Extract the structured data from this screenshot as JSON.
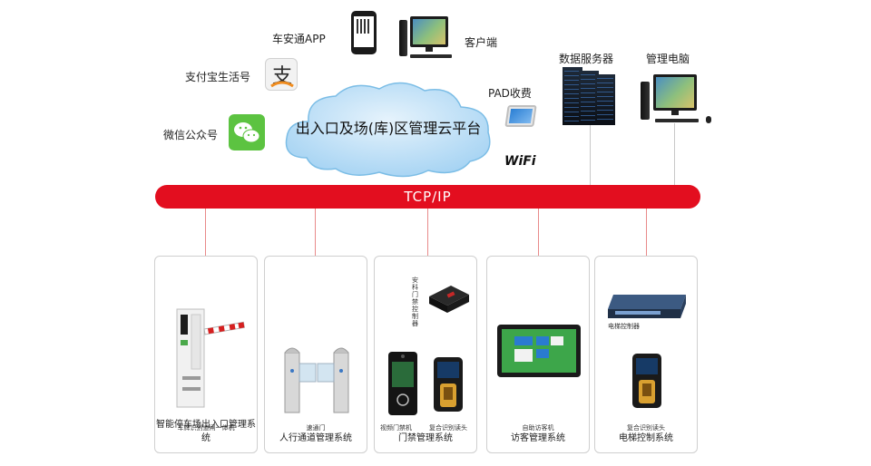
{
  "cloud": {
    "label": "出入口及场(库)区管理云平台"
  },
  "bus": {
    "label": "TCP/IP"
  },
  "clients": {
    "app": "车安通APP",
    "client": "客户端",
    "alipay": "支付宝生活号",
    "wechat": "微信公众号",
    "pad": "PAD收费",
    "wifi": "WiFi",
    "server": "数据服务器",
    "admin_pc": "管理电脑"
  },
  "systems": [
    {
      "title": "智能停车场出入口管理系统",
      "captions": [
        "车牌识别道闸一体机"
      ]
    },
    {
      "title": "人行通道管理系统",
      "captions": [
        "速通门"
      ]
    },
    {
      "title": "门禁管理系统",
      "captions": [
        "安科门禁控制器",
        "视频门禁机",
        "复合识别读头"
      ]
    },
    {
      "title": "访客管理系统",
      "captions": [
        "自助访客机"
      ]
    },
    {
      "title": "电梯控制系统",
      "captions": [
        "电梯控制器",
        "复合识别读头"
      ]
    }
  ],
  "colors": {
    "bus": "#e30e1f",
    "link": "#e88a8a",
    "card_border": "#cfcfcf"
  },
  "icons": [
    "qr-phone-icon",
    "desktop-pc-icon",
    "alipay-icon",
    "wechat-icon",
    "tablet-icon",
    "wifi-icon",
    "server-rack-icon",
    "barrier-gate-icon",
    "turnstile-icon",
    "access-controller-icon",
    "video-door-station-icon",
    "card-reader-icon",
    "visitor-kiosk-icon",
    "elevator-controller-icon"
  ]
}
